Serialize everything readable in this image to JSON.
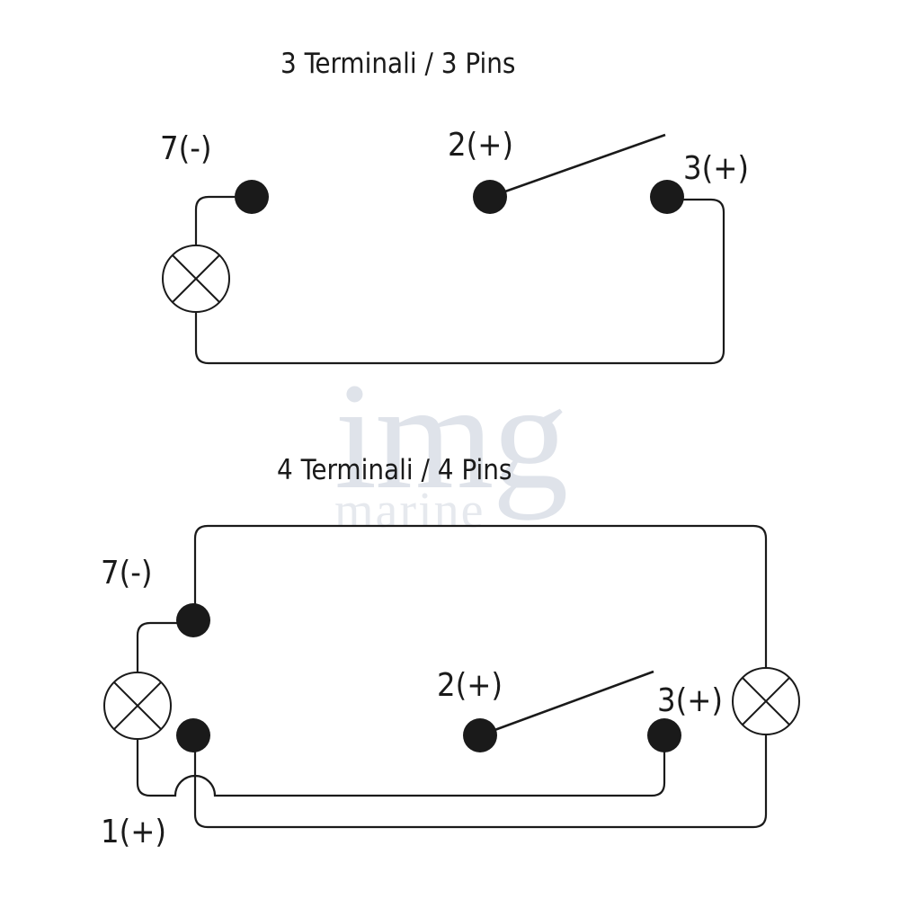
{
  "watermark": {
    "main": "img",
    "sub": "marine"
  },
  "diagram_top": {
    "title": "3 Terminali / 3 Pins",
    "labels": {
      "pin7": "7(-)",
      "pin2": "2(+)",
      "pin3": "3(+)"
    },
    "terminals": [
      "7",
      "2",
      "3"
    ],
    "lamps": 1,
    "switch": "open, between 2 and 3"
  },
  "diagram_bottom": {
    "title": "4 Terminali / 4 Pins",
    "labels": {
      "pin7": "7(-)",
      "pin2": "2(+)",
      "pin3": "3(+)",
      "pin1": "1(+)"
    },
    "terminals": [
      "7",
      "1",
      "2",
      "3"
    ],
    "lamps": 2,
    "switch": "open, between 2 and 3"
  },
  "colors": {
    "ink": "#1a1a1a",
    "watermark": "#dfe3ea",
    "background": "#ffffff"
  }
}
